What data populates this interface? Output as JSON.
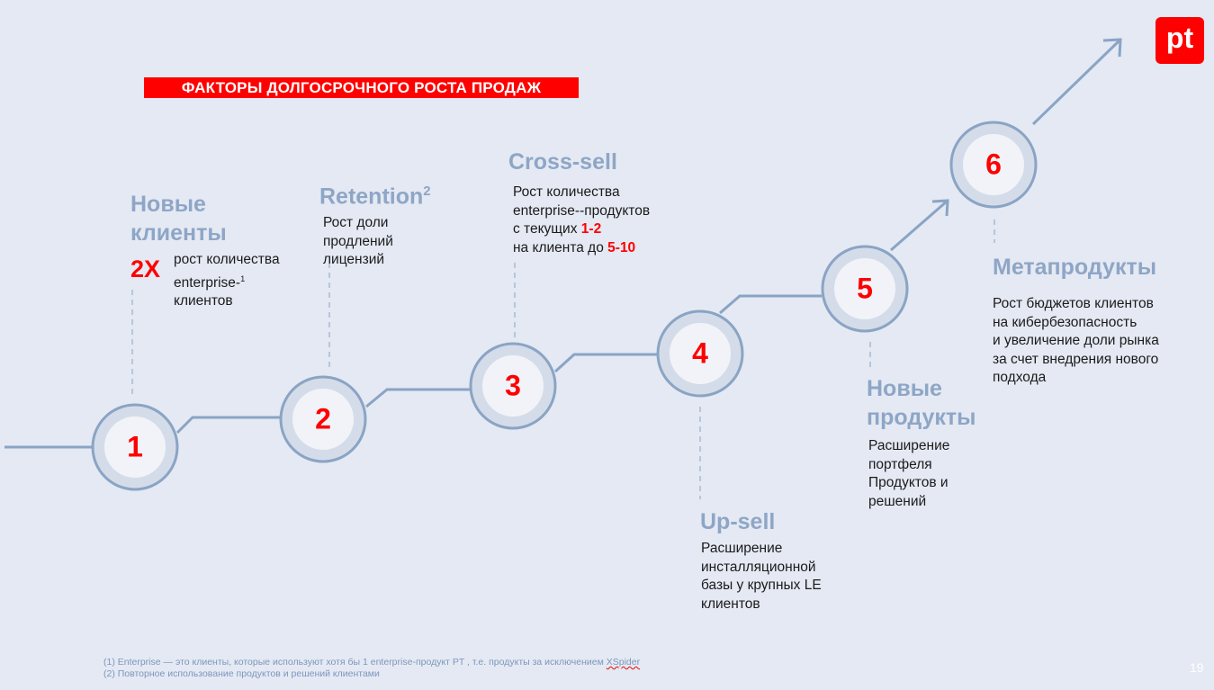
{
  "title": "ФАКТОРЫ ДОЛГОСРОЧНОГО РОСТА ПРОДАЖ",
  "logo": "pt",
  "steps": [
    {
      "num": "1",
      "heading": "Новые клиенты",
      "highlight": "2X",
      "text1": "рост количества",
      "text2": "enterprise-",
      "sup": "1",
      "text3": "клиентов"
    },
    {
      "num": "2",
      "heading": "Retention",
      "sup": "2",
      "lines": [
        "Рост доли",
        "продлений",
        "лицензий"
      ]
    },
    {
      "num": "3",
      "heading": "Cross-sell",
      "line1": "Рост количества",
      "line2": "enterprise--продуктов",
      "line3": "с текущих ",
      "hl1": "1-2",
      "line4": "на клиента до ",
      "hl2": "5-10"
    },
    {
      "num": "4",
      "heading": "Up-sell",
      "lines": [
        "Расширение",
        "инсталляционной",
        "базы у крупных LE",
        "клиентов"
      ]
    },
    {
      "num": "5",
      "heading": "Новые продукты",
      "lines": [
        "Расширение",
        "портфеля",
        "Продуктов и",
        "решений"
      ]
    },
    {
      "num": "6",
      "heading": "Метапродукты",
      "lines": [
        "Рост бюджетов клиентов",
        "на кибербезопасность",
        "и увеличение доли рынка",
        "за счет внедрения нового",
        "подхода"
      ]
    }
  ],
  "footnotes": {
    "f1": "(1) Enterprise — это клиенты, которые используют хотя бы 1 enterprise-продукт PT , т.е. продукты за исключением ",
    "f1_term": "XSpider",
    "f2": "(2) Повторное использование продуктов и решений клиентами"
  },
  "page_number": "19",
  "colors": {
    "accent": "#ff0000",
    "line": "#8aa4c4",
    "background": "#e4e9f3"
  }
}
